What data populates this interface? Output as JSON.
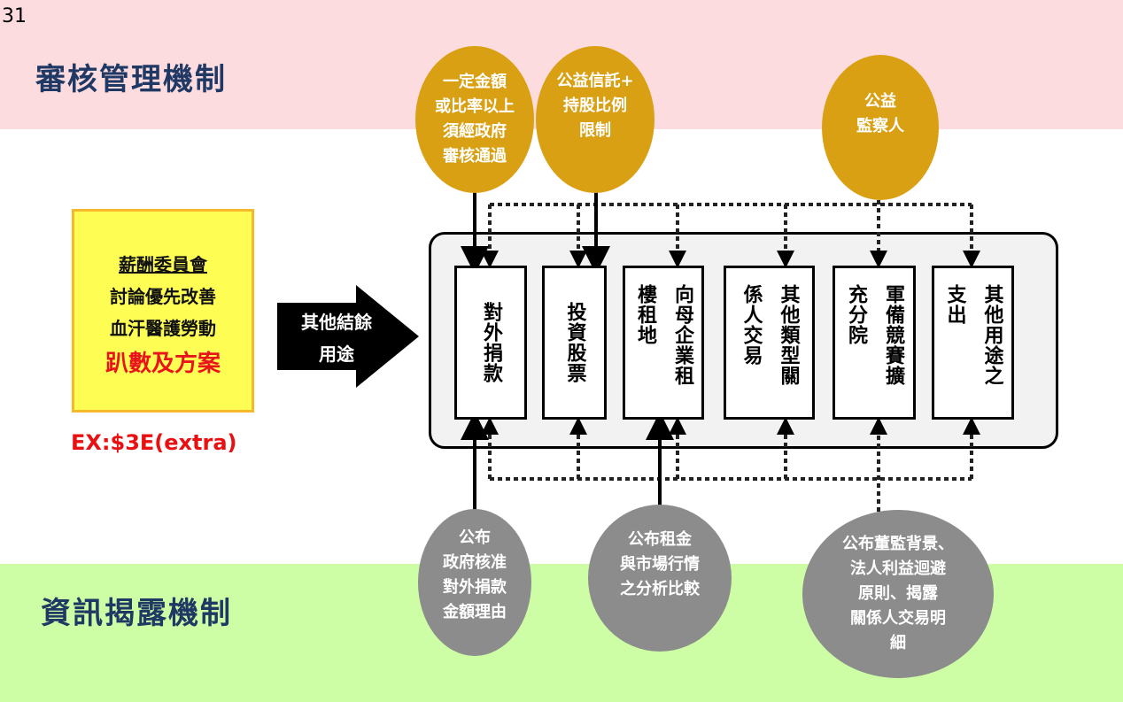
{
  "page_number": "31",
  "review_title": "審核管理機制",
  "disclosure_title": "資訊揭露機制",
  "proposal": {
    "line1": "薪酬委員會",
    "line2": "討論優先改善",
    "line3": "血汗醫護勞動",
    "highlight": "趴數及方案"
  },
  "ex_note": "EX:$3E(extra)",
  "arrow_label": "其他結餘\n用途",
  "categories": [
    {
      "label": "對外捐款"
    },
    {
      "label": "投資股票"
    },
    {
      "label": "向母企業租樓租地"
    },
    {
      "label": "其他類型關係人交易"
    },
    {
      "label": "軍備競賽擴充分院"
    },
    {
      "label": "其他用途之支出"
    }
  ],
  "review_circles": [
    {
      "text": "一定金額\n或比率以上\n須經政府\n審核通過"
    },
    {
      "text": "公益信託+\n持股比例\n限制"
    },
    {
      "text": "公益\n監察人"
    }
  ],
  "disclosure_circles": [
    {
      "text": "公布\n政府核准\n對外捐款\n金額理由"
    },
    {
      "text": "公布租金\n與市場行情\n之分析比較"
    },
    {
      "text": "公布董監背景、\n法人利益迴避\n原則、揭露\n關係人交易明\n細"
    }
  ],
  "colors": {
    "top_band": "#fcdcdf",
    "bottom_band": "#cdfea5",
    "title": "#1f3864",
    "review_circle": "#daa014",
    "disclosure_circle": "#8c8c8c",
    "highlight": "#e8141c",
    "proposal_fill": "#fdfd54"
  }
}
